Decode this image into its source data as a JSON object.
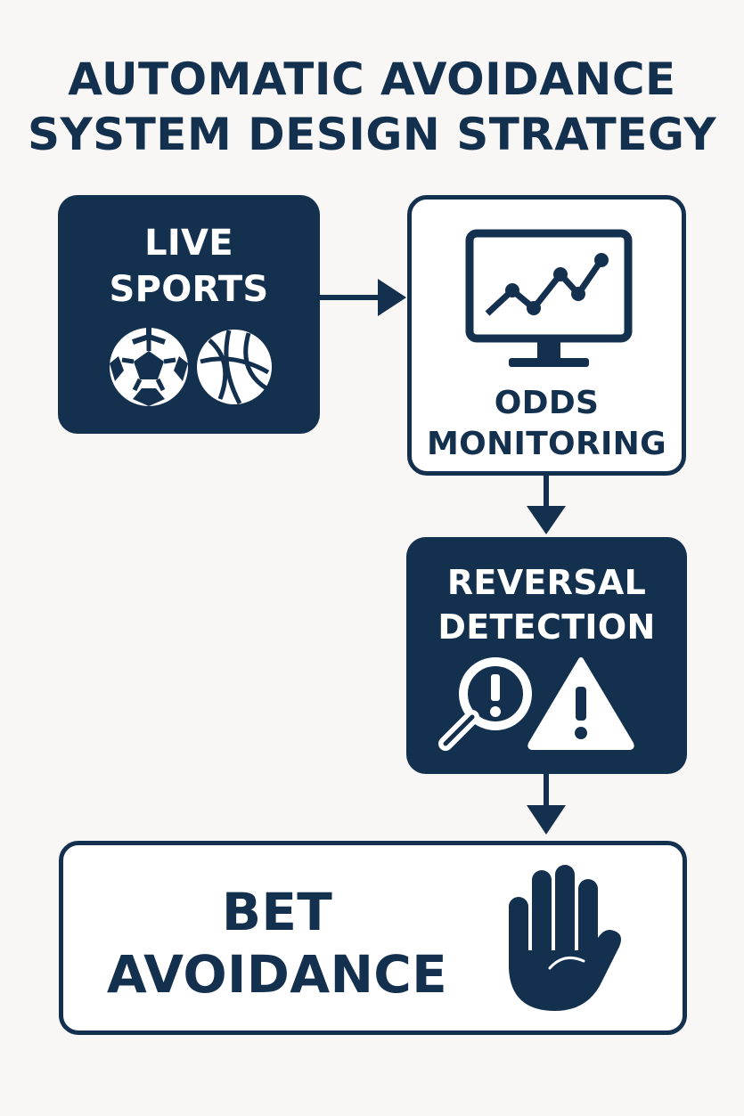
{
  "title": {
    "line1": "AUTOMATIC AVOIDANCE",
    "line2": "SYSTEM DESIGN STRATEGY"
  },
  "nodes": {
    "live_sports": {
      "line1": "LIVE",
      "line2": "SPORTS",
      "icons": [
        "soccer-ball-icon",
        "basketball-icon"
      ]
    },
    "odds_monitoring": {
      "line1": "ODDS",
      "line2": "MONITORING",
      "icons": [
        "monitor-chart-icon"
      ]
    },
    "reversal_detection": {
      "line1": "REVERSAL",
      "line2": "DETECTION",
      "icons": [
        "magnifier-alert-icon",
        "warning-triangle-icon"
      ]
    },
    "bet_avoidance": {
      "line1": "BET",
      "line2": "AVOIDANCE",
      "icons": [
        "stop-hand-icon"
      ]
    }
  },
  "edges": [
    {
      "from": "live_sports",
      "to": "odds_monitoring"
    },
    {
      "from": "odds_monitoring",
      "to": "reversal_detection"
    },
    {
      "from": "reversal_detection",
      "to": "bet_avoidance"
    }
  ],
  "colors": {
    "navy": "#14304f",
    "background": "#f8f7f5",
    "white": "#ffffff"
  }
}
